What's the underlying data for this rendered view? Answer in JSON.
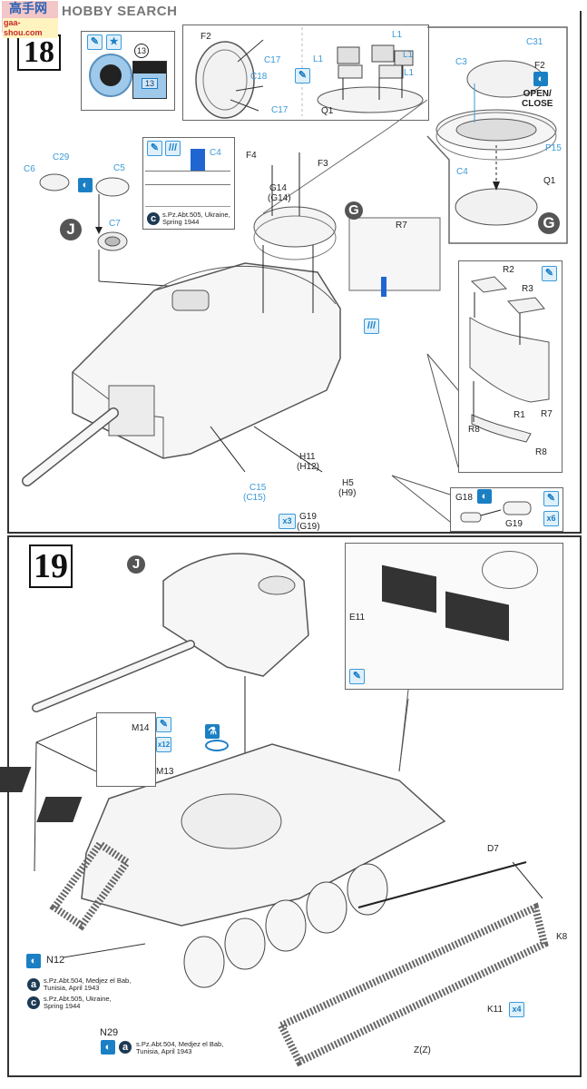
{
  "watermark": {
    "site_name": "HOBBY SEARCH",
    "logo_text": "高手网",
    "logo_url_text": "gaa-shou.com"
  },
  "step18": {
    "number": "18",
    "inset_paint": {
      "callout_number": "13",
      "decal_number": "13"
    },
    "inset_hatch": {
      "labels": [
        "F2",
        "C17",
        "C18",
        "C17"
      ]
    },
    "inset_vents": {
      "labels": [
        "L1",
        "L1",
        "L1",
        "L1",
        "Q1"
      ]
    },
    "inset_cupola": {
      "labels": [
        "C31",
        "C3",
        "F2",
        "P15",
        "C4",
        "Q1"
      ],
      "open_close": "OPEN/\nCLOSE",
      "sub_marker": "G"
    },
    "left_parts": {
      "c6": "C6",
      "c29": "C29",
      "c5": "C5",
      "c7": "C7",
      "marker_j": "J"
    },
    "c4_inset": {
      "part": "C4",
      "variant_badge": "c",
      "variant_note": "s.Pz.Abt.505, Ukraine,\nSpring 1944"
    },
    "turret_parts": {
      "f4": "F4",
      "f3": "F3",
      "g14": "G14",
      "g14p": "(G14)",
      "marker_g": "G",
      "r7": "R7"
    },
    "bin_inset": {
      "labels": {
        "r2": "R2",
        "r3": "R3",
        "r1": "R1",
        "r7": "R7",
        "r8a": "R8",
        "r8b": "R8"
      }
    },
    "lower_parts": {
      "h11": "H11",
      "h12": "(H12)",
      "h5": "H5",
      "h9": "(H9)",
      "c15": "C15",
      "c15p": "(C15)",
      "g19": "G19",
      "g19p": "(G19)",
      "qty": "x3"
    },
    "g18_inset": {
      "g18": "G18",
      "g19": "G19",
      "qty": "x6"
    }
  },
  "step19": {
    "number": "19",
    "marker_j": "J",
    "engine_inset": {
      "e11": "E11"
    },
    "track_inset": {
      "m14": "M14",
      "m13": "M13",
      "qty": "x12"
    },
    "parts": {
      "n12": "N12",
      "n29": "N29",
      "d7": "D7",
      "k8": "K8",
      "k11": "K11",
      "k11_qty": "x4",
      "zz": "Z(Z)"
    },
    "variant_a": {
      "badge": "a",
      "note": "s.Pz.Abt.504, Medjez el Bab,\nTunisia, April 1943"
    },
    "variant_c": {
      "badge": "c",
      "note": "s.Pz.Abt.505, Ukraine,\nSpring 1944"
    },
    "n29_variant": {
      "badge": "a",
      "note": "s.Pz.Abt.504, Medjez el Bab,\nTunisia, April 1943"
    }
  },
  "colors": {
    "accent_blue": "#3a9ad9",
    "solid_blue": "#1b7fc4",
    "line": "#333333"
  }
}
